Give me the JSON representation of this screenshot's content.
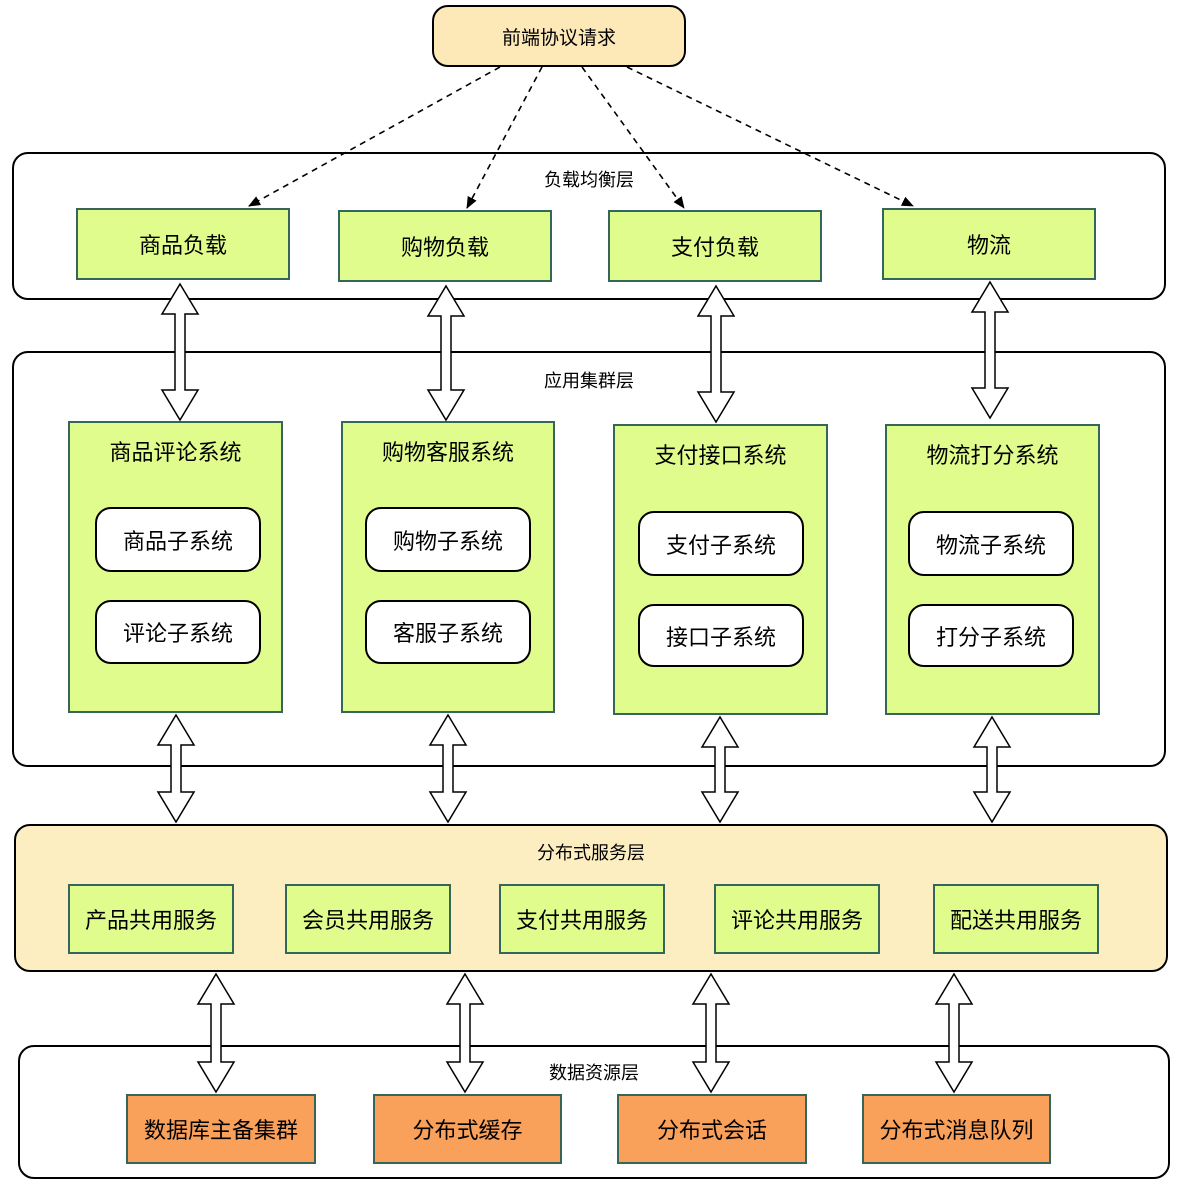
{
  "entry": {
    "label": "前端协议请求"
  },
  "lb_layer": {
    "title": "负载均衡层",
    "nodes": [
      "商品负载",
      "购物负载",
      "支付负载",
      "物流"
    ]
  },
  "app_layer": {
    "title": "应用集群层",
    "systems": [
      {
        "title": "商品评论系统",
        "subs": [
          "商品子系统",
          "评论子系统"
        ]
      },
      {
        "title": "购物客服系统",
        "subs": [
          "购物子系统",
          "客服子系统"
        ]
      },
      {
        "title": "支付接口系统",
        "subs": [
          "支付子系统",
          "接口子系统"
        ]
      },
      {
        "title": "物流打分系统",
        "subs": [
          "物流子系统",
          "打分子系统"
        ]
      }
    ]
  },
  "svc_layer": {
    "title": "分布式服务层",
    "services": [
      "产品共用服务",
      "会员共用服务",
      "支付共用服务",
      "评论共用服务",
      "配送共用服务"
    ]
  },
  "data_layer": {
    "title": "数据资源层",
    "resources": [
      "数据库主备集群",
      "分布式缓存",
      "分布式会话",
      "分布式消息队列"
    ]
  },
  "colors": {
    "green_fill": "#e0fc8c",
    "orange_fill": "#f9a05b",
    "cream_fill": "#fdeec2",
    "entry_fill": "#fde8b8",
    "node_border": "#35665a"
  }
}
